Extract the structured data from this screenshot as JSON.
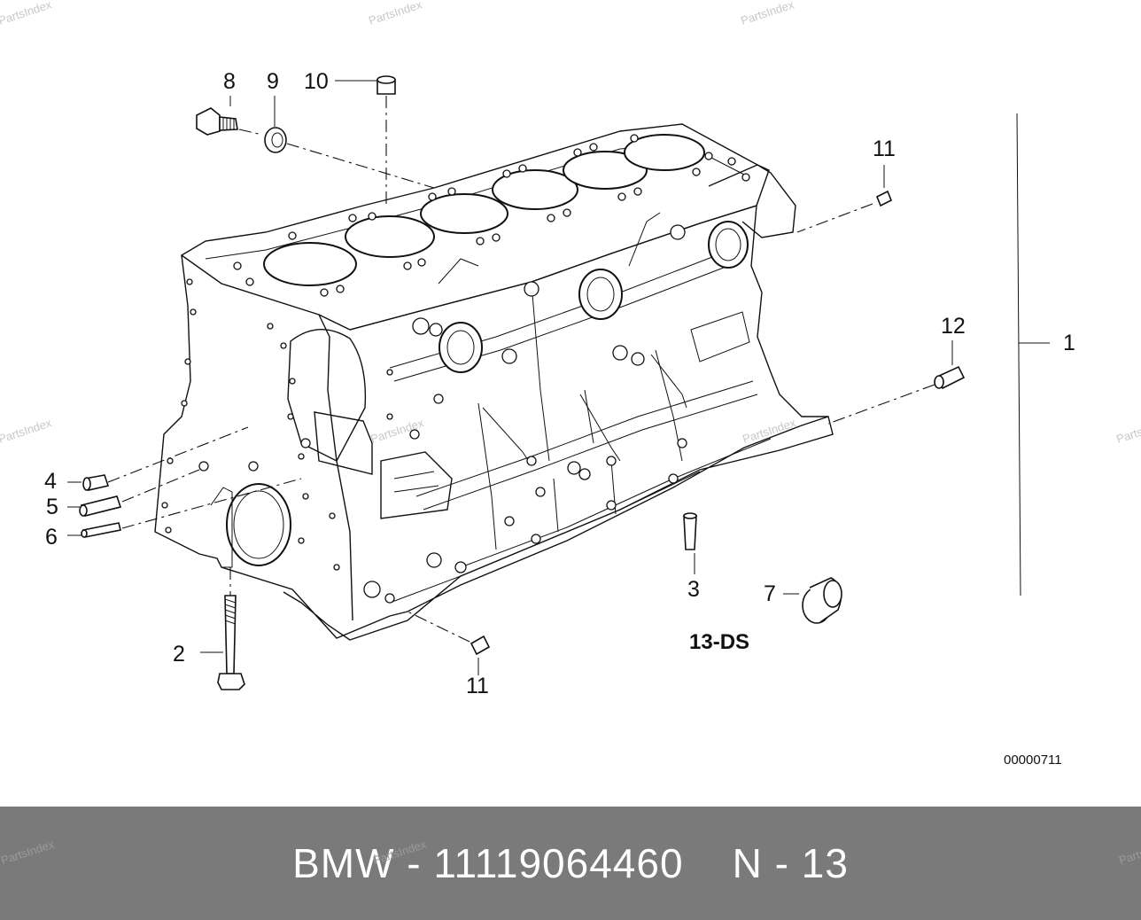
{
  "watermark": "PartsIndex",
  "callouts": {
    "c1": "1",
    "c2": "2",
    "c3": "3",
    "c4": "4",
    "c5": "5",
    "c6": "6",
    "c7": "7",
    "c8": "8",
    "c9": "9",
    "c10": "10",
    "c11_top": "11",
    "c11_bottom": "11",
    "c12": "12"
  },
  "variant_label": "13-DS",
  "diagram_code": "00000711",
  "footer": {
    "text": "BMW - 11119064460    N - 13"
  },
  "colors": {
    "footer_bg": "#7a7a7a",
    "footer_text": "#ffffff",
    "line_art": "#111111"
  }
}
